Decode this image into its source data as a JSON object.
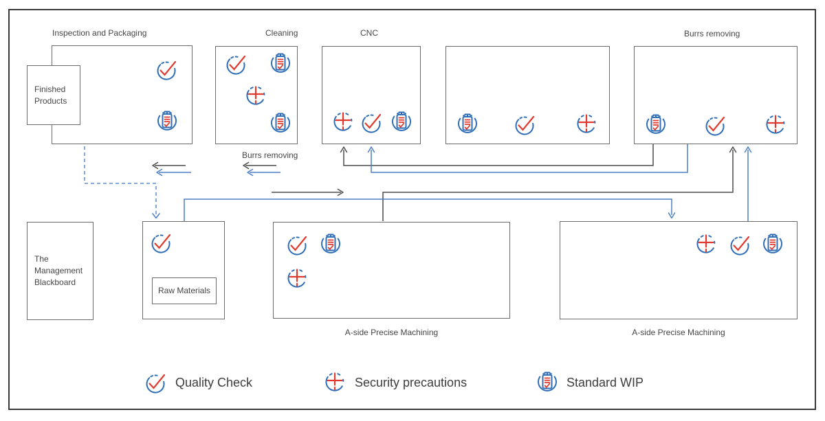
{
  "colors": {
    "blue": "#2f6eb6",
    "red": "#e03a2e",
    "line_dark": "#4c4c4c",
    "line_blue": "#4b7ec5",
    "dashed_blue": "#5c8bcc",
    "border": "#6a6a6a",
    "frame": "#383838",
    "text": "#454545"
  },
  "stations": [
    {
      "id": "inspection-and-packaging",
      "label": "Inspection and Packaging",
      "icons": [
        "quality-check",
        "standard-wip"
      ]
    },
    {
      "id": "cleaning",
      "label": "Cleaning",
      "icons": [
        "quality-check",
        "standard-wip",
        "security-precautions",
        "standard-wip"
      ]
    },
    {
      "id": "cnc",
      "label": "CNC",
      "icons": [
        "security-precautions",
        "quality-check",
        "standard-wip"
      ]
    },
    {
      "id": "station-4",
      "label": "",
      "icons": [
        "standard-wip",
        "quality-check",
        "security-precautions"
      ]
    },
    {
      "id": "burrs-removing",
      "label": "Burrs removing",
      "icons": [
        "standard-wip",
        "quality-check",
        "security-precautions"
      ]
    },
    {
      "id": "raw-materials-area",
      "label": "",
      "icons": [
        "quality-check"
      ]
    },
    {
      "id": "a-side-precise-machining-left",
      "label": "A-side Precise Machining",
      "icons": [
        "quality-check",
        "standard-wip",
        "security-precautions"
      ]
    },
    {
      "id": "a-side-precise-machining-right",
      "label": "A-side Precise Machining",
      "icons": [
        "security-precautions",
        "quality-check",
        "standard-wip"
      ]
    }
  ],
  "inner_boxes": {
    "finished_products": "Finished Products",
    "raw_materials": "Raw Materials",
    "management": "The Management Blackboard"
  },
  "floating_labels": {
    "burrs_mid": "Burrs removing"
  },
  "legend": [
    {
      "icon": "quality-check",
      "label": "Quality Check"
    },
    {
      "icon": "security-precautions",
      "label": "Security precautions"
    },
    {
      "icon": "standard-wip",
      "label": "Standard WIP"
    }
  ]
}
